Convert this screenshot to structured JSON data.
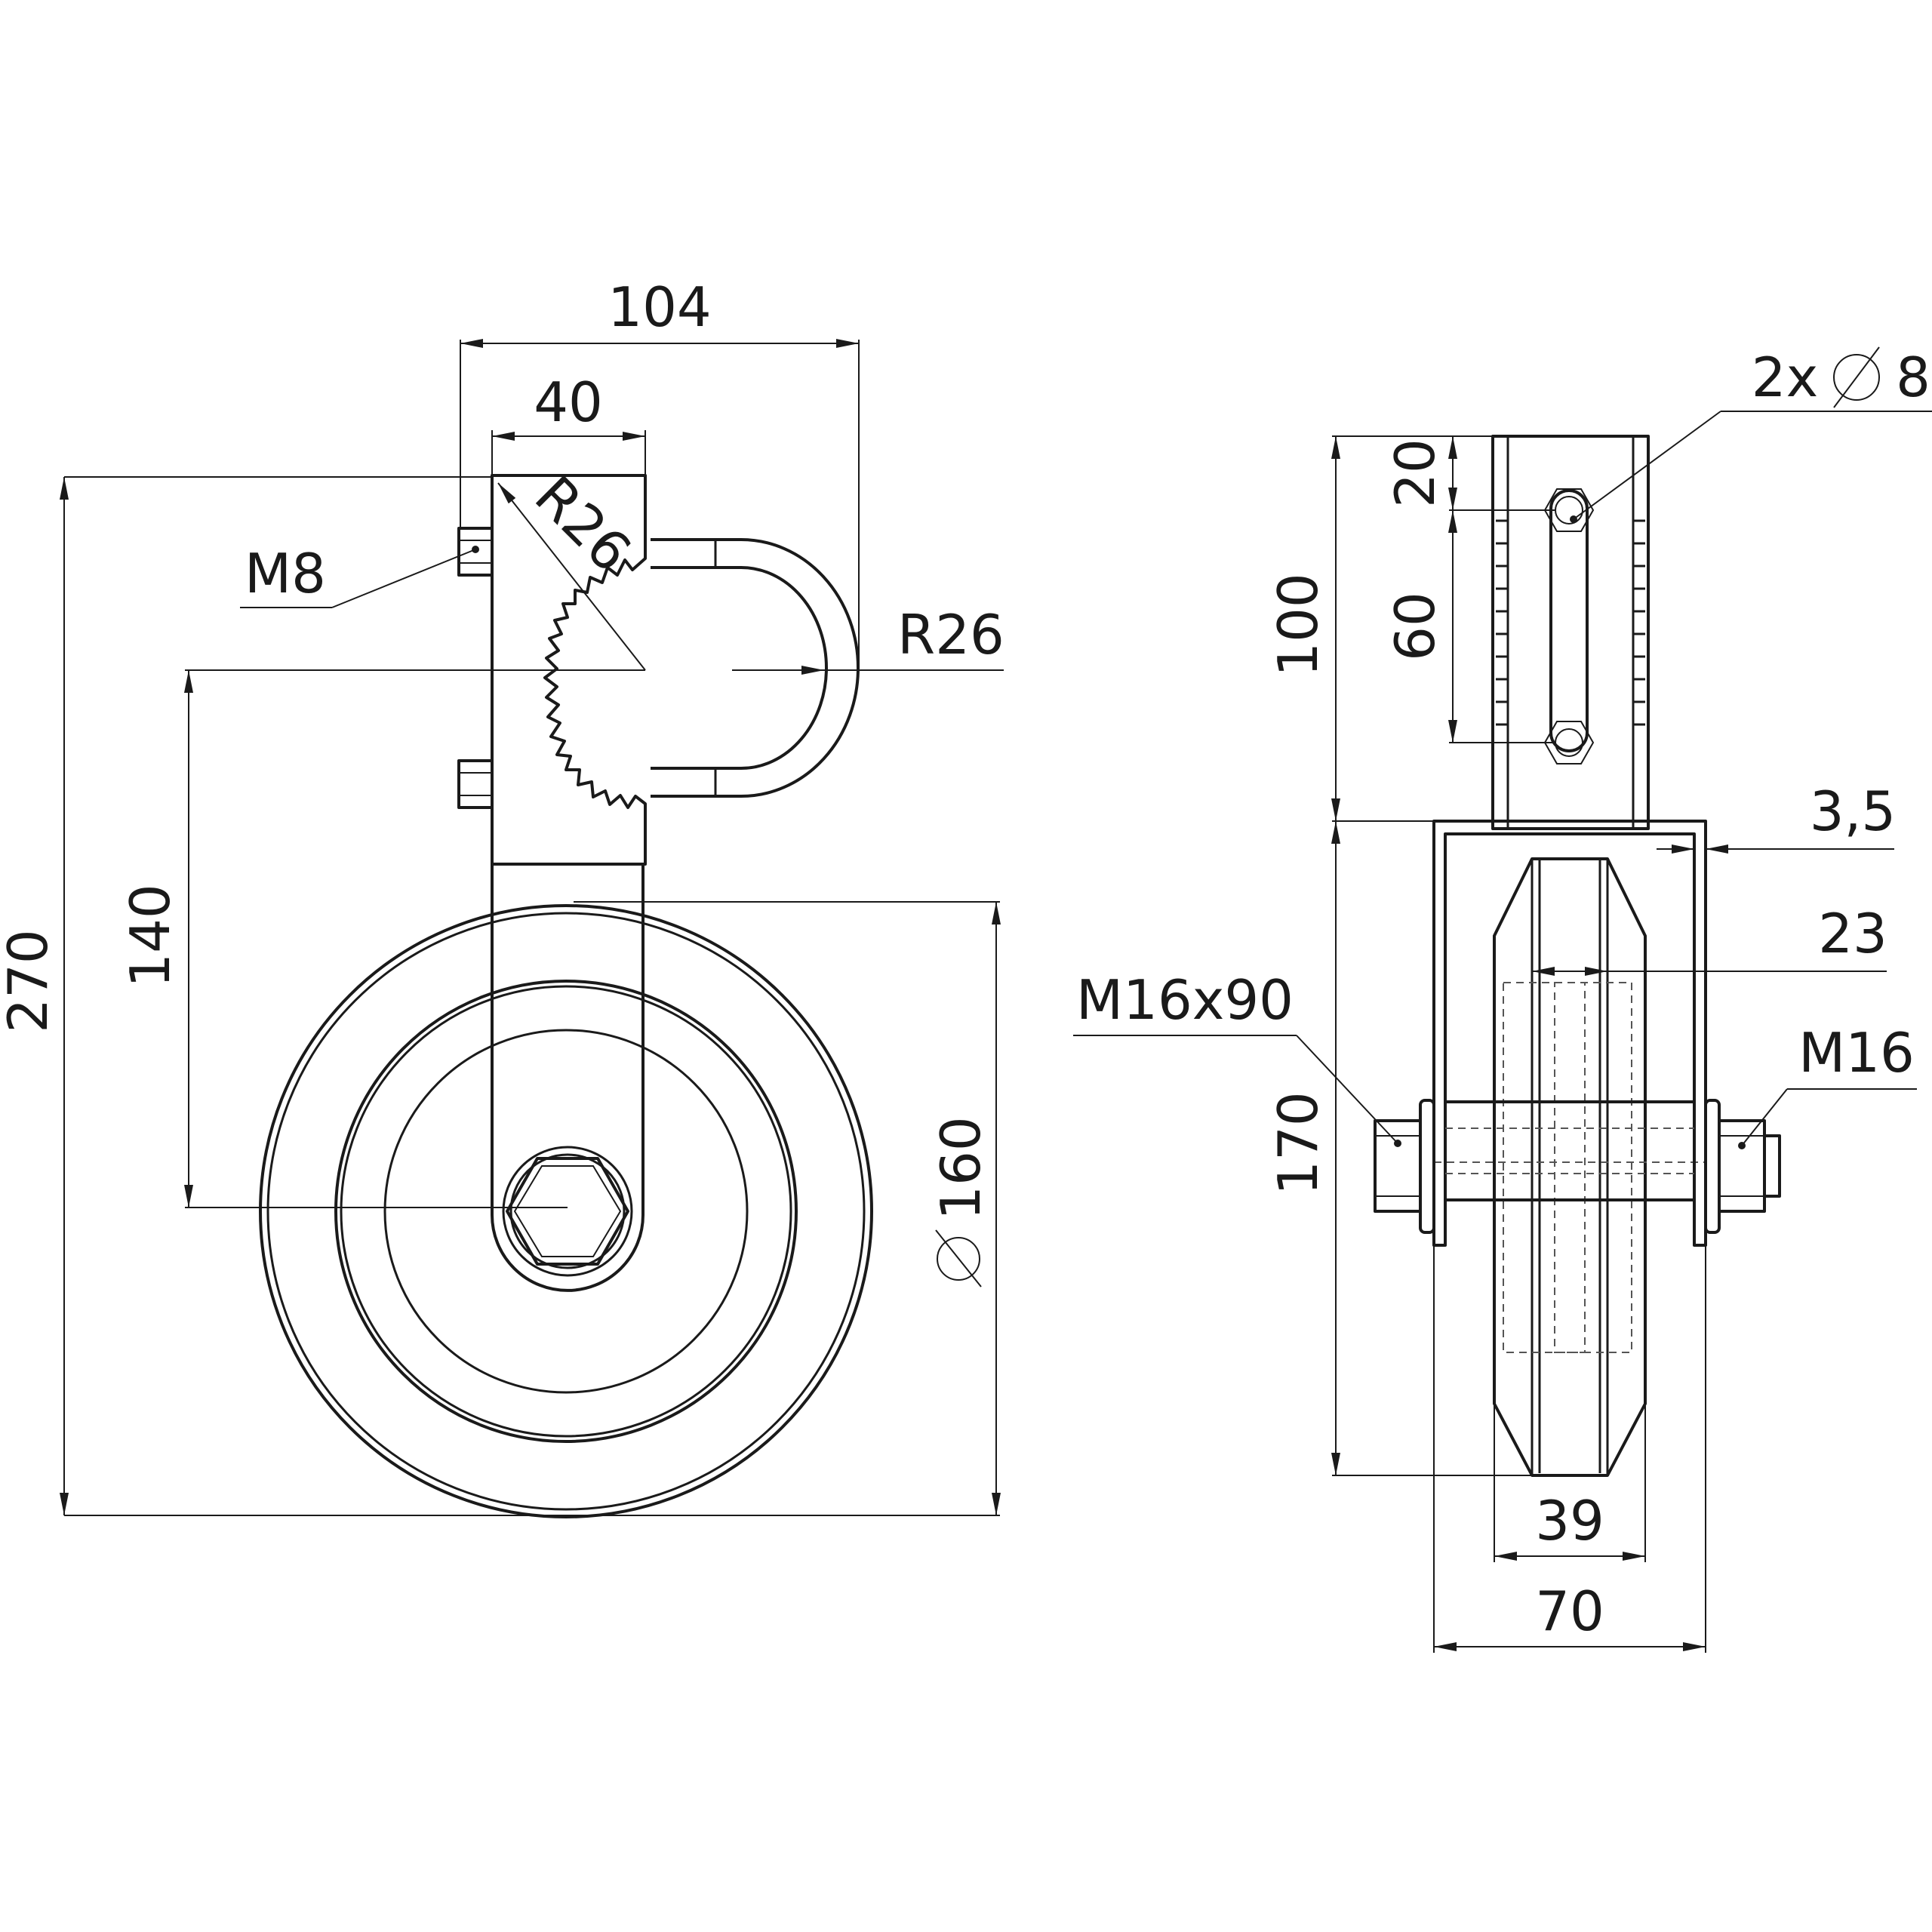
{
  "dimensions": {
    "overall_width": "104",
    "clamp_width": "40",
    "clamp_radius_inner": "R26",
    "clamp_radius_outer": "R26",
    "clamp_bolt": "M8",
    "overall_height": "270",
    "axle_offset": "140",
    "wheel_diameter": "160",
    "holes": "2x",
    "hole_diameter": "8",
    "hole_top_offset": "20",
    "hole_spacing": "60",
    "mount_height": "100",
    "plate_thickness": "3,5",
    "hub_width": "23",
    "axle_bolt": "M16x90",
    "axle_nut": "M16",
    "fork_height": "170",
    "wheel_width": "39",
    "fork_width": "70"
  },
  "colors": {
    "line": "#1a1a1a",
    "background": "#ffffff"
  }
}
